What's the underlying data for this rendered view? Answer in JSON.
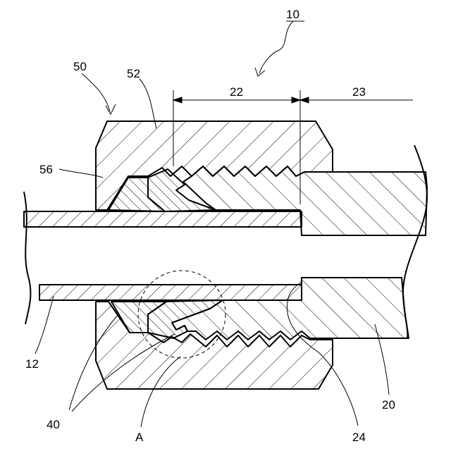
{
  "labels": {
    "assembly": "10",
    "nut": "50",
    "nut_body": "52",
    "thread_length": "22",
    "body_length": "23",
    "nut_inner": "56",
    "tube": "12",
    "fitting": "20",
    "ring": "40",
    "detail": "A",
    "step": "24"
  }
}
